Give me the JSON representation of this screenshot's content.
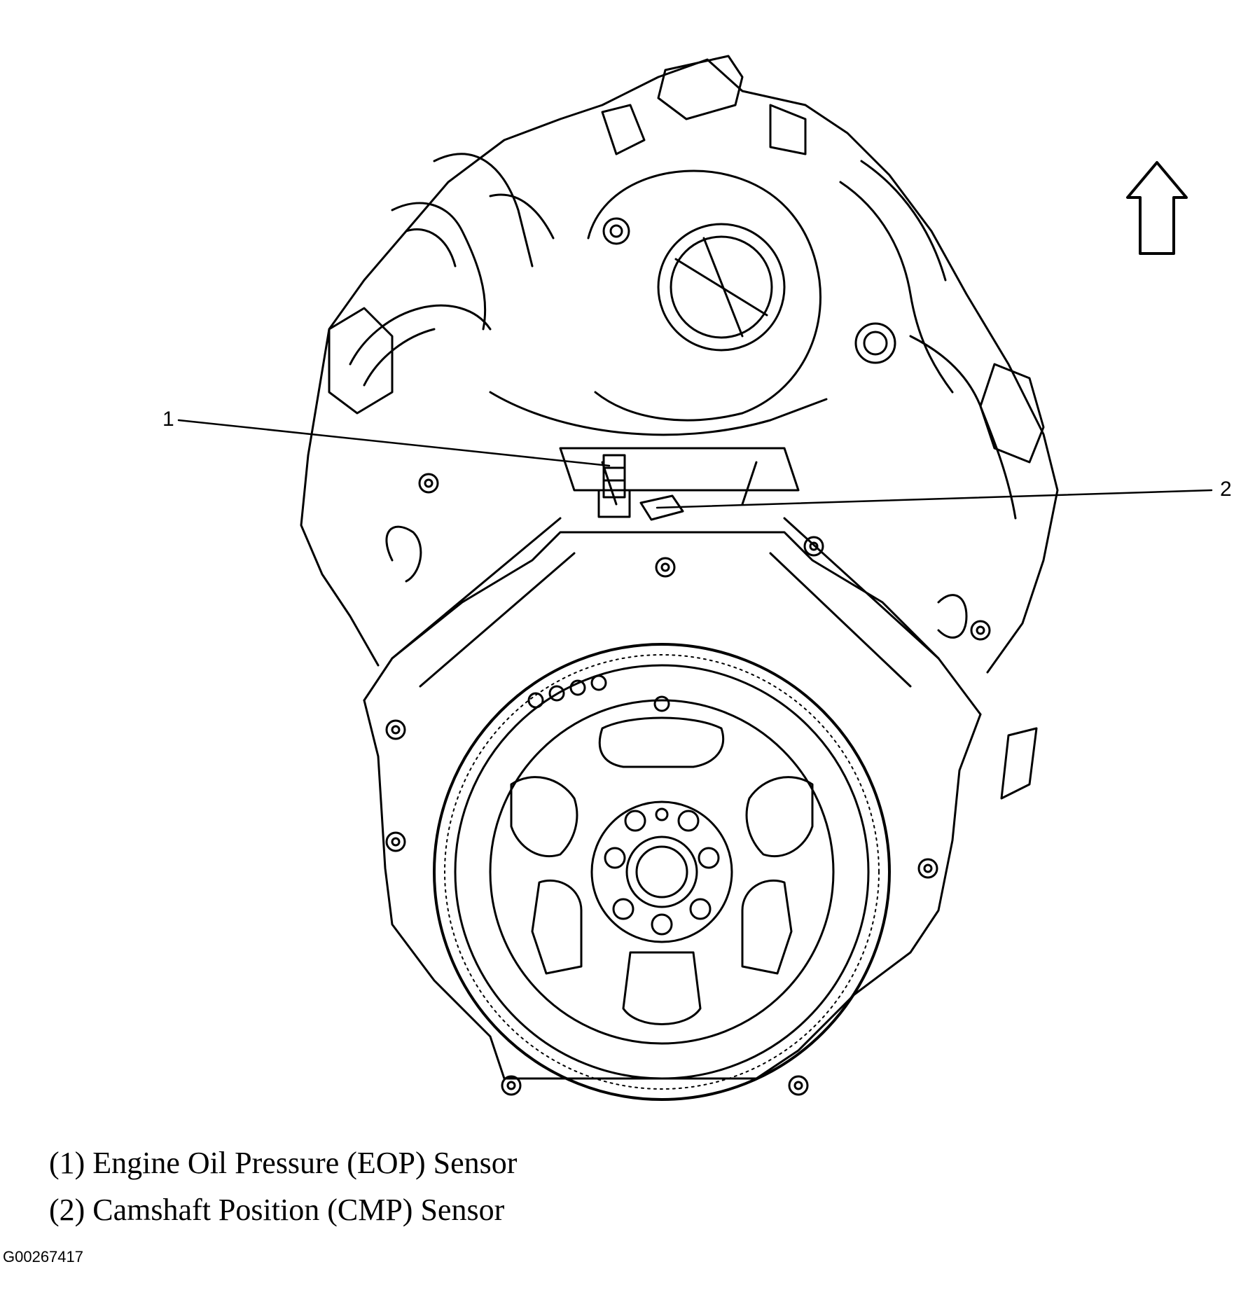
{
  "callouts": [
    {
      "number": "1",
      "label": "(1) Engine Oil Pressure (EOP) Sensor"
    },
    {
      "number": "2",
      "label": "(2) Camshaft Position (CMP) Sensor"
    }
  ],
  "figure_id": "G00267417",
  "icons": [
    "up-arrow-icon"
  ],
  "colors": {
    "ink": "#000000",
    "paper": "#ffffff"
  }
}
